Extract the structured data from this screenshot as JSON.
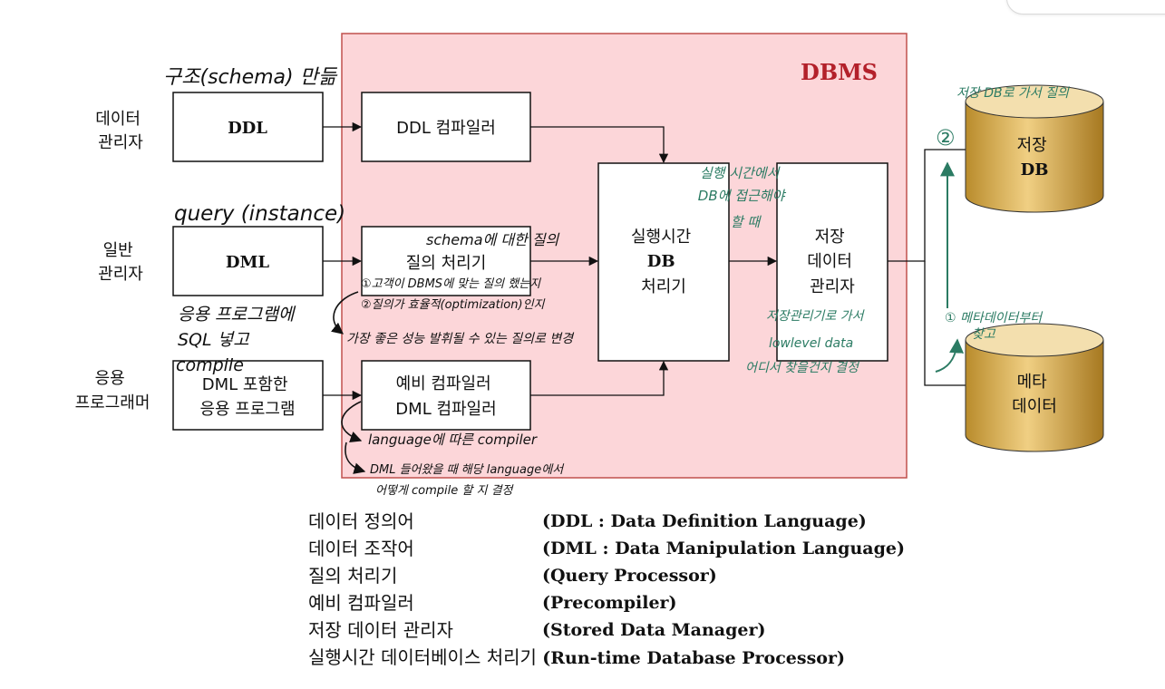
{
  "diagram": {
    "title": "DBMS",
    "left_labels": {
      "db_admin": [
        "데이터",
        "관리자"
      ],
      "general_admin": [
        "일반",
        "관리자"
      ],
      "app_programmer": [
        "응용",
        "프로그래머"
      ]
    },
    "boxes": {
      "ddl": "DDL",
      "dml": "DML",
      "dml_app": [
        "DML 포함한",
        "응용 프로그램"
      ],
      "ddl_compiler": "DDL 컴파일러",
      "query_processor": "질의 처리기",
      "precompiler": "예비 컴파일러",
      "dml_compiler": "DML 컴파일러",
      "runtime_db": [
        "실행시간",
        "DB",
        "처리기"
      ],
      "stored_data_manager": [
        "저장",
        "데이터",
        "관리자"
      ]
    },
    "cylinders": {
      "stored_db": [
        "저장",
        "DB"
      ],
      "metadata": [
        "메타",
        "데이터"
      ]
    },
    "colors": {
      "dbms_fill": "#fcd6d9",
      "dbms_border": "#c0504d",
      "dbms_title": "#b3202a",
      "cylinder": "#d7a94b",
      "annotation_green": "#2b7b63"
    }
  },
  "annotations": {
    "schema": "구조(schema) 만듦",
    "query_instance": "query (instance)",
    "schema_query": "schema에 대한 질의",
    "q1": "①고객이 DBMS에 맞는 질의 했는지",
    "q2": "②질의가 효율적(optimization)인지",
    "q3": "가장 좋은 성능 발휘될 수 있는 질의로 변경",
    "app_sql": [
      "응용 프로그램에",
      "SQL 넣고",
      "compile"
    ],
    "lang_compiler": "language에 따른 compiler",
    "dml_compile": [
      "DML 들어왔을 때 해당 language에서",
      "어떻게 compile 할 지 결정"
    ],
    "runtime_note": [
      "실행 시간에서",
      "DB에 접근해야",
      "할 때"
    ],
    "stored_manager_note": [
      "저장관리기로 가서",
      "lowlevel data",
      "어디서 찾을건지 결정"
    ],
    "go_store": "저장 DB로 가서 질의",
    "meta_find": [
      "① 메타데이터부터",
      "찾고"
    ],
    "circle_2": "②"
  },
  "legend": [
    {
      "term": "데이터 정의어",
      "eng": "(DDL : Data Definition Language)"
    },
    {
      "term": "데이터 조작어",
      "eng": "(DML : Data Manipulation Language)"
    },
    {
      "term": "질의 처리기",
      "eng": "(Query Processor)"
    },
    {
      "term": "예비 컴파일러",
      "eng": "(Precompiler)"
    },
    {
      "term": "저장 데이터 관리자",
      "eng": "(Stored Data Manager)"
    },
    {
      "term": "실행시간 데이터베이스 처리기",
      "eng": "(Run-time Database Processor)"
    }
  ]
}
